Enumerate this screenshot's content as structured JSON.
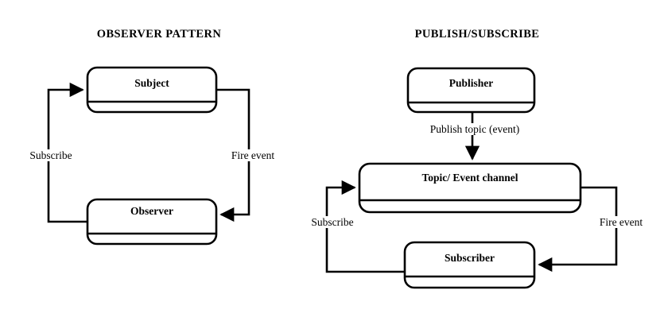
{
  "page": {
    "background_color": "#ffffff",
    "stroke_color": "#000000",
    "text_color": "#000000"
  },
  "diagrams": [
    {
      "id": "observer-pattern",
      "title": "OBSERVER PATTERN",
      "nodes": [
        {
          "id": "subject",
          "label": "Subject"
        },
        {
          "id": "observer",
          "label": "Observer"
        }
      ],
      "edges": [
        {
          "id": "subscribe",
          "label": "Subscribe",
          "from": "observer",
          "to": "subject"
        },
        {
          "id": "fire-event",
          "label": "Fire event",
          "from": "subject",
          "to": "observer"
        }
      ]
    },
    {
      "id": "publish-subscribe",
      "title": "PUBLISH/SUBSCRIBE",
      "nodes": [
        {
          "id": "publisher",
          "label": "Publisher"
        },
        {
          "id": "topic",
          "label": "Topic/ Event channel"
        },
        {
          "id": "subscriber",
          "label": "Subscriber"
        }
      ],
      "edges": [
        {
          "id": "publish-topic",
          "label": "Publish topic (event)",
          "from": "publisher",
          "to": "topic"
        },
        {
          "id": "subscribe",
          "label": "Subscribe",
          "from": "subscriber",
          "to": "topic"
        },
        {
          "id": "fire-event",
          "label": "Fire event",
          "from": "topic",
          "to": "subscriber"
        }
      ]
    }
  ]
}
